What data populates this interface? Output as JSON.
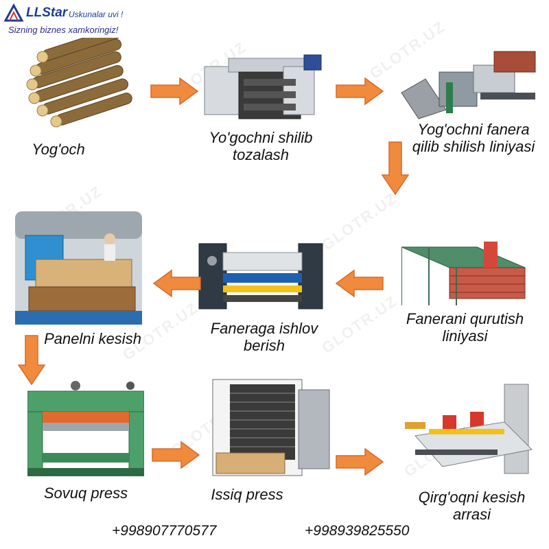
{
  "logo": {
    "brand": "LLStar",
    "subtitle": "Uskunalar uvi !",
    "tagline": "Sizning biznes xamkoringiz!"
  },
  "watermark": "GLOTR.UZ",
  "steps": [
    {
      "label": "Yog'och"
    },
    {
      "label": "Yo'gochni shilib tozalash"
    },
    {
      "label": "Yog'ochni fanera qilib shilish liniyasi"
    },
    {
      "label": "Fanerani qurutish liniyasi"
    },
    {
      "label": "Faneraga ishlov berish"
    },
    {
      "label": "Panelni kesish"
    },
    {
      "label": "Sovuq press"
    },
    {
      "label": "Issiq press"
    },
    {
      "label": "Qirg'oqni kesish arrasi"
    }
  ],
  "contacts": {
    "phone1": "+998907770577",
    "phone2": "+998939825550"
  },
  "colors": {
    "arrow": "#f08a3c",
    "arrow_edge": "#d9692a"
  }
}
